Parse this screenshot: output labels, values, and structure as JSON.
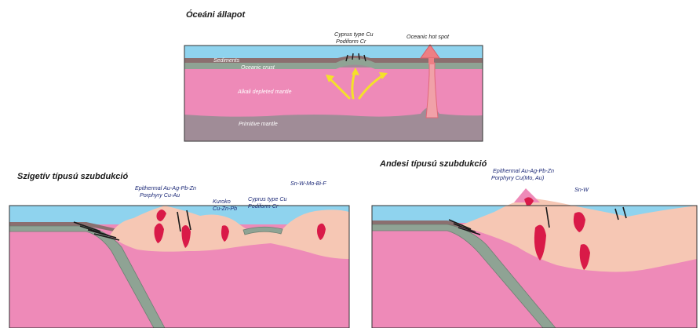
{
  "panels": {
    "oceanic": {
      "title": "Óceáni állapot",
      "sediments": "Sediments",
      "oceanic_crust": "Oceanic crust",
      "alkali_mantle": "Alkali depleted mantle",
      "primitive_mantle": "Primitive mantle",
      "cyprus_line1": "Cyprus type Cu",
      "cyprus_line2": "Podiform Cr",
      "hotspot": "Oceanic hot spot"
    },
    "island_arc": {
      "title": "Szigetív típusú szubdukció",
      "epithermal_line1": "Epithermal Au-Ag-Pb-Zn",
      "epithermal_line2": "Porphyry Cu-Au",
      "kuroko_line1": "Kuroko",
      "kuroko_line2": "Cu-Zn-Pb",
      "cyprus_line1": "Cyprus type Cu",
      "cyprus_line2": "Podiform Cr",
      "snw": "Sn-W-Mo-Bi-F"
    },
    "andean": {
      "title": "Andesi típusú szubdukció",
      "epithermal_line1": "Epithermal Au-Ag-Pb-Zn",
      "epithermal_line2": "Porphyry Cu(Mo, Au)",
      "snw": "Sn-W"
    }
  },
  "colors": {
    "ocean": "#8fd3ee",
    "sediment": "#8b6f6f",
    "crust": "#8fa394",
    "alkali_mantle": "#ee8ab8",
    "primitive_mantle": "#a08c97",
    "continental_crust": "#f6c7b4",
    "magma": "#d91a48",
    "hotspot": "#ee7f84",
    "arrow": "#f4e12a"
  }
}
